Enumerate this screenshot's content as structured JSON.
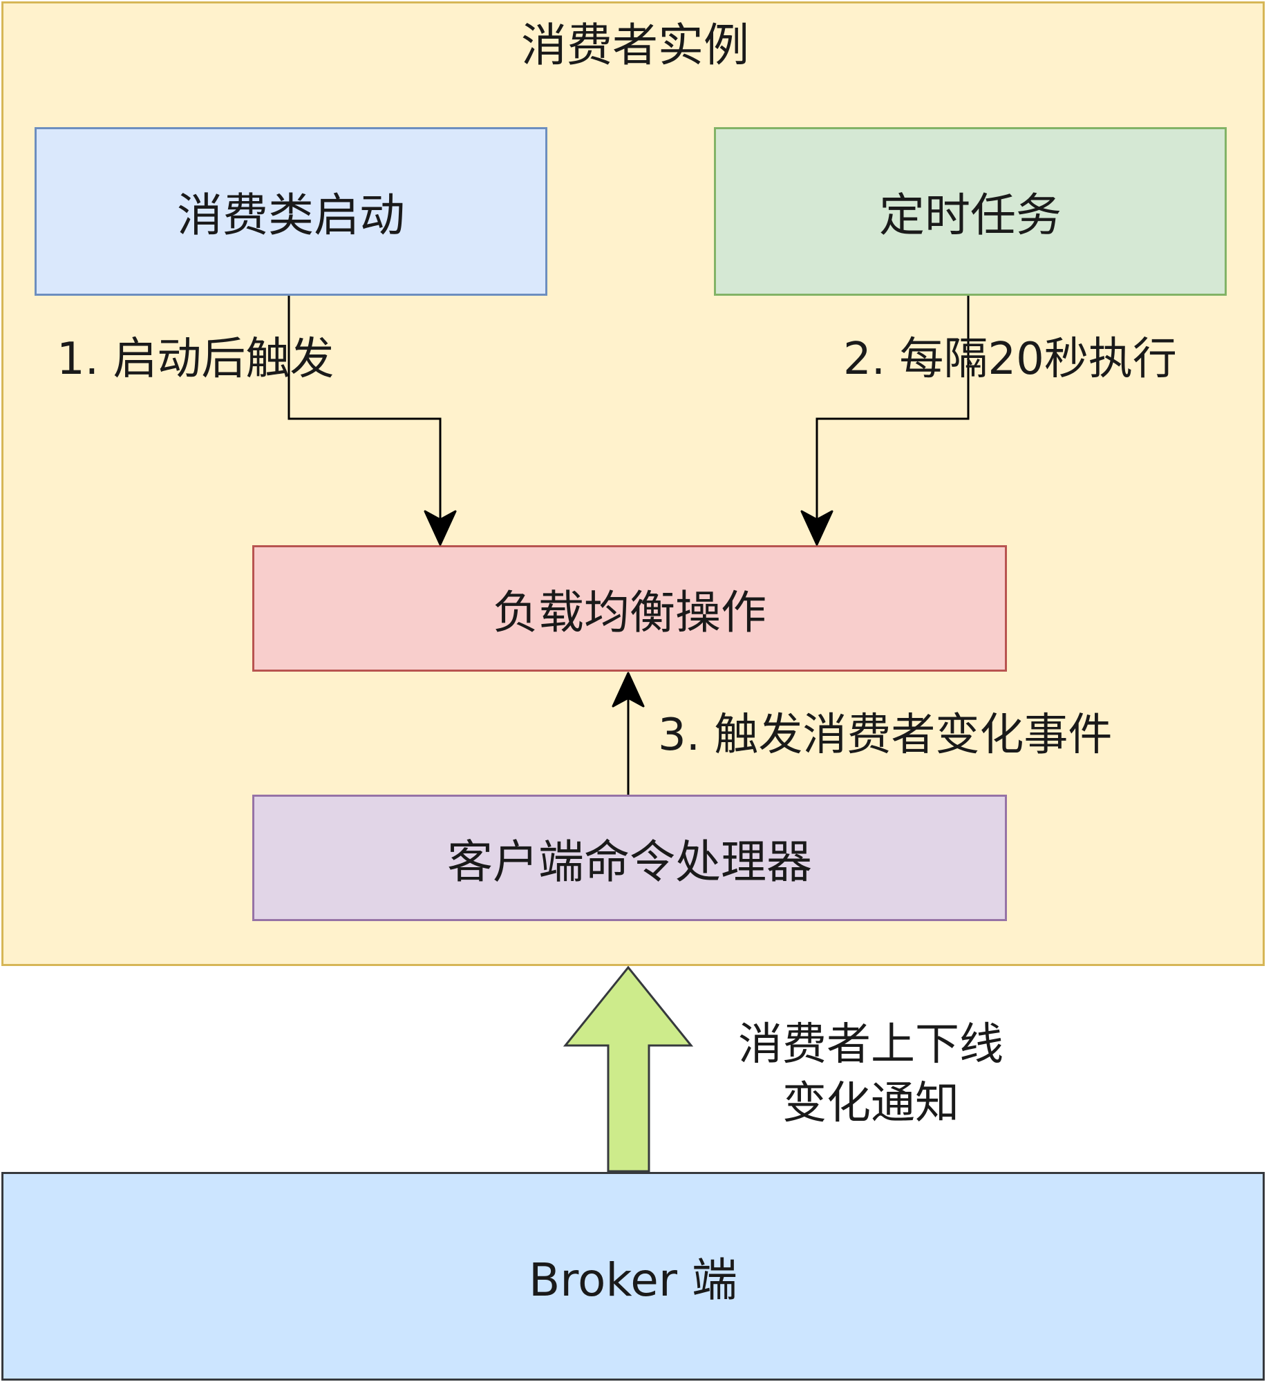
{
  "container": {
    "title": "消费者实例",
    "fill": "#fff2cc",
    "stroke": "#d6b656"
  },
  "nodes": {
    "startup": {
      "label": "消费类启动",
      "fill": "#dae8fc",
      "stroke": "#6c8ebf"
    },
    "timer": {
      "label": "定时任务",
      "fill": "#d5e8d4",
      "stroke": "#82b366"
    },
    "balance": {
      "label": "负载均衡操作",
      "fill": "#f8cecc",
      "stroke": "#b85450"
    },
    "handler": {
      "label": "客户端命令处理器",
      "fill": "#e1d5e7",
      "stroke": "#9673a6"
    },
    "broker": {
      "label": "Broker 端",
      "fill": "#cce5ff",
      "stroke": "#36393d"
    }
  },
  "edges": {
    "startup_to_balance": "1. 启动后触发",
    "timer_to_balance": "2. 每隔20秒执行",
    "handler_to_balance": "3. 触发消费者变化事件",
    "broker_to_handler": {
      "line1": "消费者上下线",
      "line2": "变化通知",
      "fill": "#cdeb8b"
    }
  }
}
